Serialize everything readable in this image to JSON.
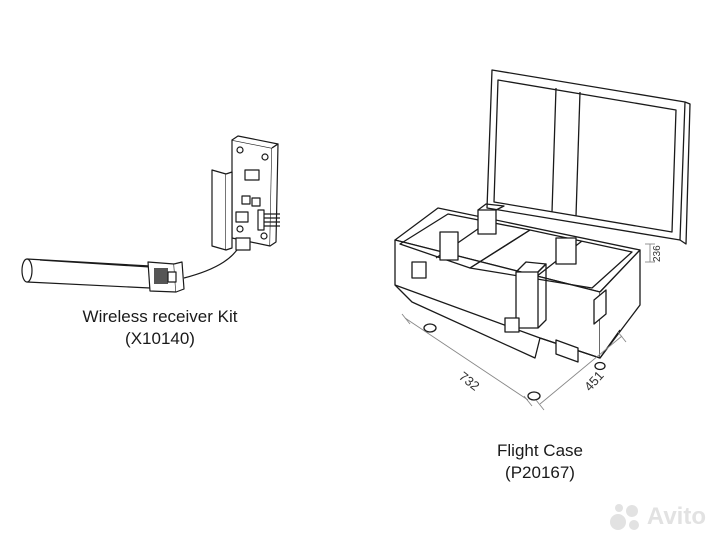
{
  "receiver_kit": {
    "name": "Wireless receiver Kit",
    "code": "(X10140)"
  },
  "flight_case": {
    "name": "Flight Case",
    "code": "(P20167)",
    "dimensions": {
      "length": "732",
      "width": "451",
      "height": "236"
    }
  },
  "watermark": {
    "text": "Avito",
    "icon": "avito-dots-icon"
  },
  "colors": {
    "line": "#1a1a1a",
    "dimension_line": "#888888",
    "watermark": "#e2e2e2"
  }
}
